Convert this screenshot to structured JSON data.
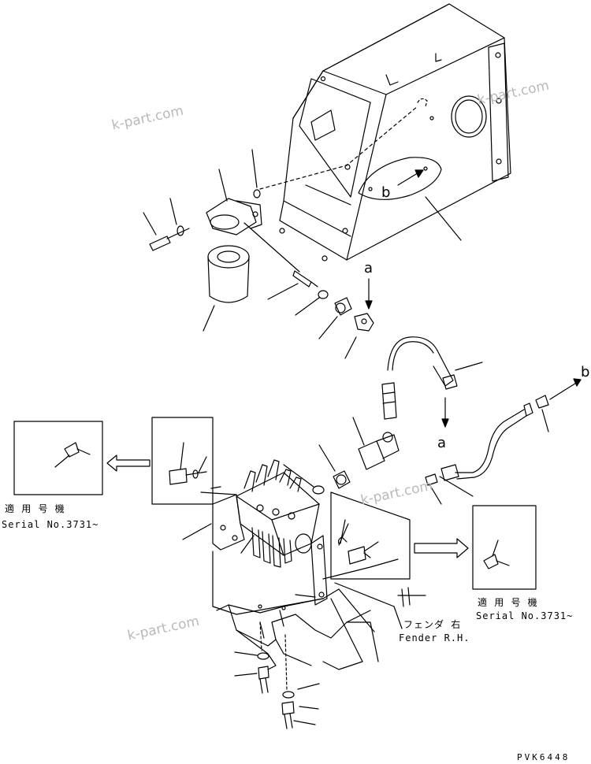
{
  "watermarks": [
    "k-part.com",
    "k-part.com",
    "k-part.com",
    "k-part.com"
  ],
  "callouts": {
    "a_top": "a",
    "a_bottom": "a",
    "b_right": "b",
    "b_body": "b"
  },
  "serial_left": {
    "jp": "適 用 号 機",
    "en": "Serial No.3731~"
  },
  "serial_right": {
    "jp": "適 用 号 機",
    "en": "Serial No.3731~"
  },
  "fender": {
    "jp": "フェンダ 右",
    "en": "Fender R.H."
  },
  "drawing_code": "PVK6448"
}
